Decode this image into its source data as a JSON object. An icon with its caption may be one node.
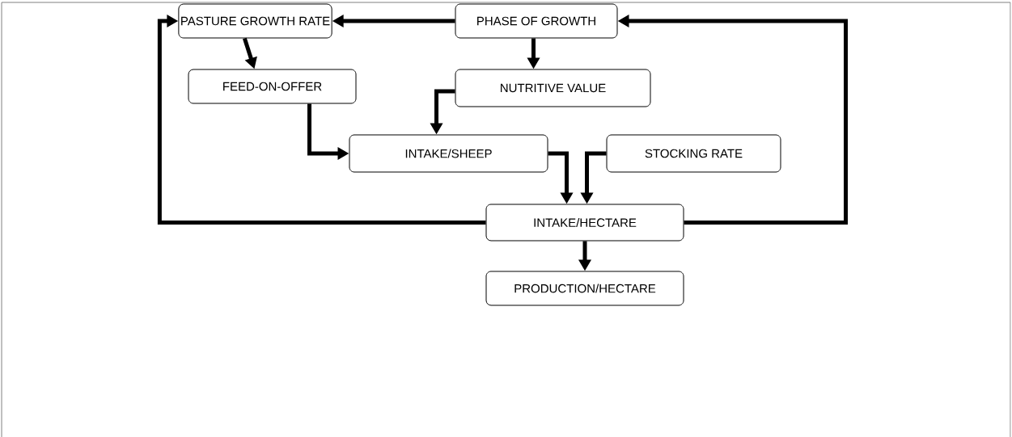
{
  "diagram": {
    "nodes": [
      {
        "text": [
          "PASTURE GROWTH RATE"
        ]
      },
      {
        "text": [
          "PHASE OF GROWTH"
        ]
      },
      {
        "text": [
          "FEED-ON-OFFER"
        ]
      },
      {
        "text": [
          "NUTRITIVE VALUE"
        ]
      },
      {
        "text": [
          "INTAKE/SHEEP"
        ]
      },
      {
        "text": [
          "STOCKING RATE"
        ]
      },
      {
        "text": [
          "INTAKE/HECTARE"
        ]
      },
      {
        "text": [
          "PRODUCTION/HECTARE"
        ]
      }
    ],
    "edges": [
      {
        "from": 1,
        "to": 0,
        "arrow": "to"
      },
      {
        "from": 0,
        "to": 2,
        "arrow": "to"
      },
      {
        "from": 1,
        "to": 3,
        "arrow": "to"
      },
      {
        "from": 3,
        "to": 4,
        "arrow": "to"
      },
      {
        "from": 2,
        "to": 4,
        "arrow": "to"
      },
      {
        "from": 4,
        "to": 6,
        "arrow": "to"
      },
      {
        "from": 5,
        "to": 6,
        "arrow": "to"
      },
      {
        "from": 6,
        "to": 0,
        "arrow": "to"
      },
      {
        "from": 6,
        "to": 1,
        "arrow": "to"
      },
      {
        "from": 6,
        "to": 7,
        "arrow": "to"
      }
    ]
  }
}
